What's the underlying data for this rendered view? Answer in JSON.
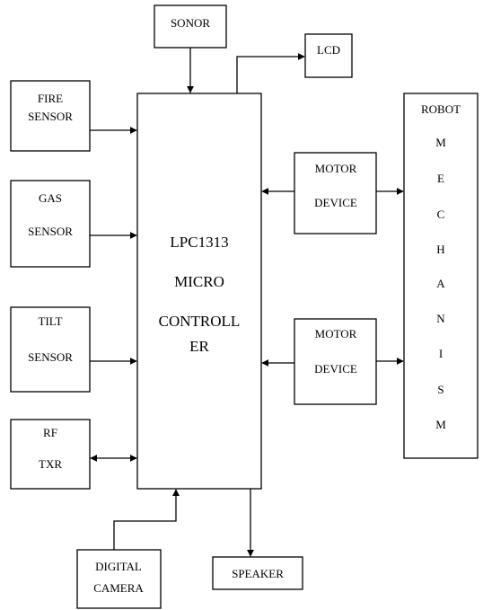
{
  "blocks": {
    "sonor": [
      "SONOR"
    ],
    "lcd": [
      "LCD"
    ],
    "fire_sensor": [
      "FIRE",
      "SENSOR"
    ],
    "gas_sensor": [
      "GAS",
      "SENSOR"
    ],
    "tilt_sensor": [
      "TILT",
      "SENSOR"
    ],
    "rf_txr": [
      "RF",
      "TXR"
    ],
    "controller": [
      "LPC1313",
      "MICRO",
      "CONTROLL",
      "ER"
    ],
    "motor_device_top": [
      "MOTOR",
      "DEVICE"
    ],
    "motor_device_bottom": [
      "MOTOR",
      "DEVICE"
    ],
    "robot_mechanism": [
      "ROBOT",
      "M",
      "E",
      "C",
      "H",
      "A",
      "N",
      "I",
      "S",
      "M"
    ],
    "digital_camera": [
      "DIGITAL",
      "CAMERA"
    ],
    "speaker": [
      "SPEAKER"
    ]
  },
  "colors": {
    "line": "#000000",
    "background": "#ffffff"
  }
}
